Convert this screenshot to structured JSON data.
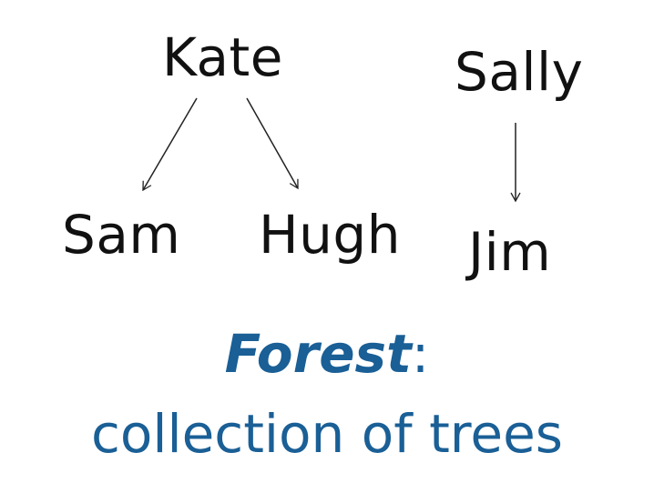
{
  "colors": {
    "node_text": "#111111",
    "edge": "#222222",
    "accent": "#1a5f96"
  },
  "nodes": {
    "kate": "Kate",
    "sam": "Sam",
    "hugh": "Hugh",
    "sally": "Sally",
    "jim": "Jim"
  },
  "edges": [
    {
      "from": "Kate",
      "to": "Sam"
    },
    {
      "from": "Kate",
      "to": "Hugh"
    },
    {
      "from": "Sally",
      "to": "Jim"
    }
  ],
  "caption": {
    "term": "Forest",
    "colon": ":",
    "definition": "collection of trees"
  }
}
